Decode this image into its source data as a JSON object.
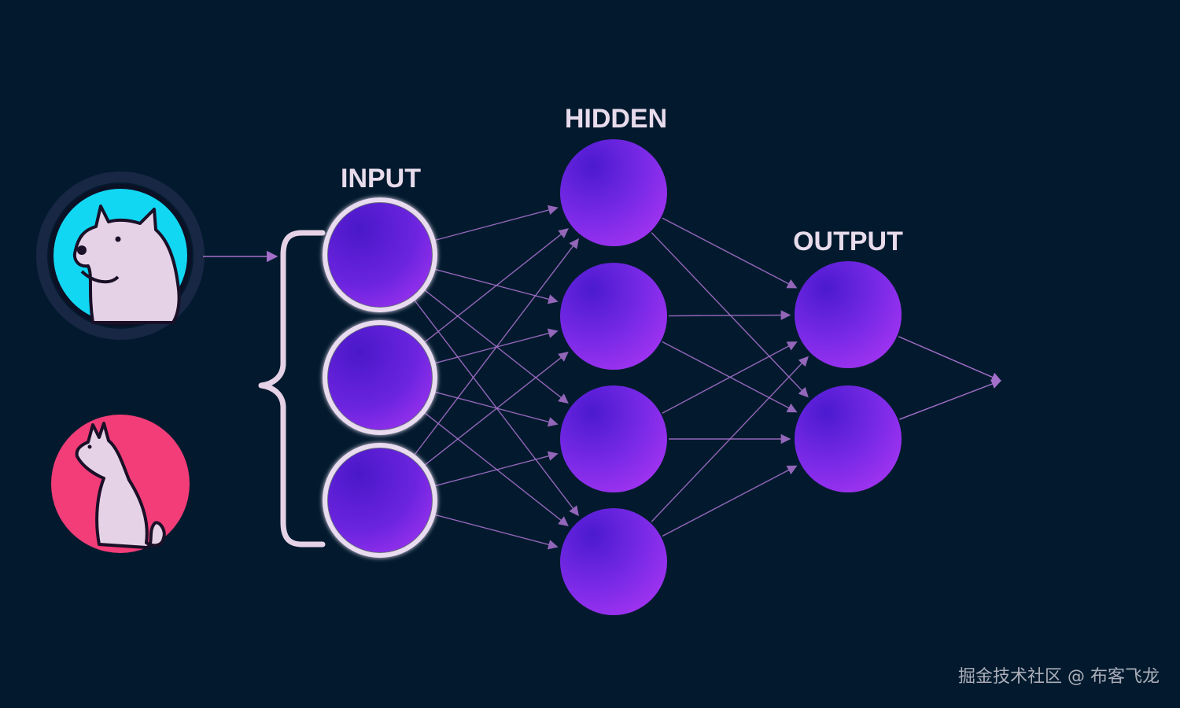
{
  "diagram": {
    "layers": {
      "input": {
        "label": "INPUT",
        "node_count": 3
      },
      "hidden": {
        "label": "HIDDEN",
        "node_count": 4
      },
      "output": {
        "label": "OUTPUT",
        "node_count": 2
      }
    },
    "examples": [
      {
        "name": "dog-icon",
        "background": "#12d7f2"
      },
      {
        "name": "cat-icon",
        "background": "#f23d78"
      }
    ],
    "connections": "fully-connected"
  },
  "colors": {
    "background": "#031a2e",
    "node_gradient_start": "#5a1fd6",
    "node_gradient_end": "#a335f0",
    "node_ring": "#eadcf0",
    "edge": "#a36fc9",
    "label": "#e8dcec",
    "animal_fill": "#e6d2e6"
  },
  "watermark": {
    "text": "掘金技术社区 @ 布客飞龙"
  }
}
